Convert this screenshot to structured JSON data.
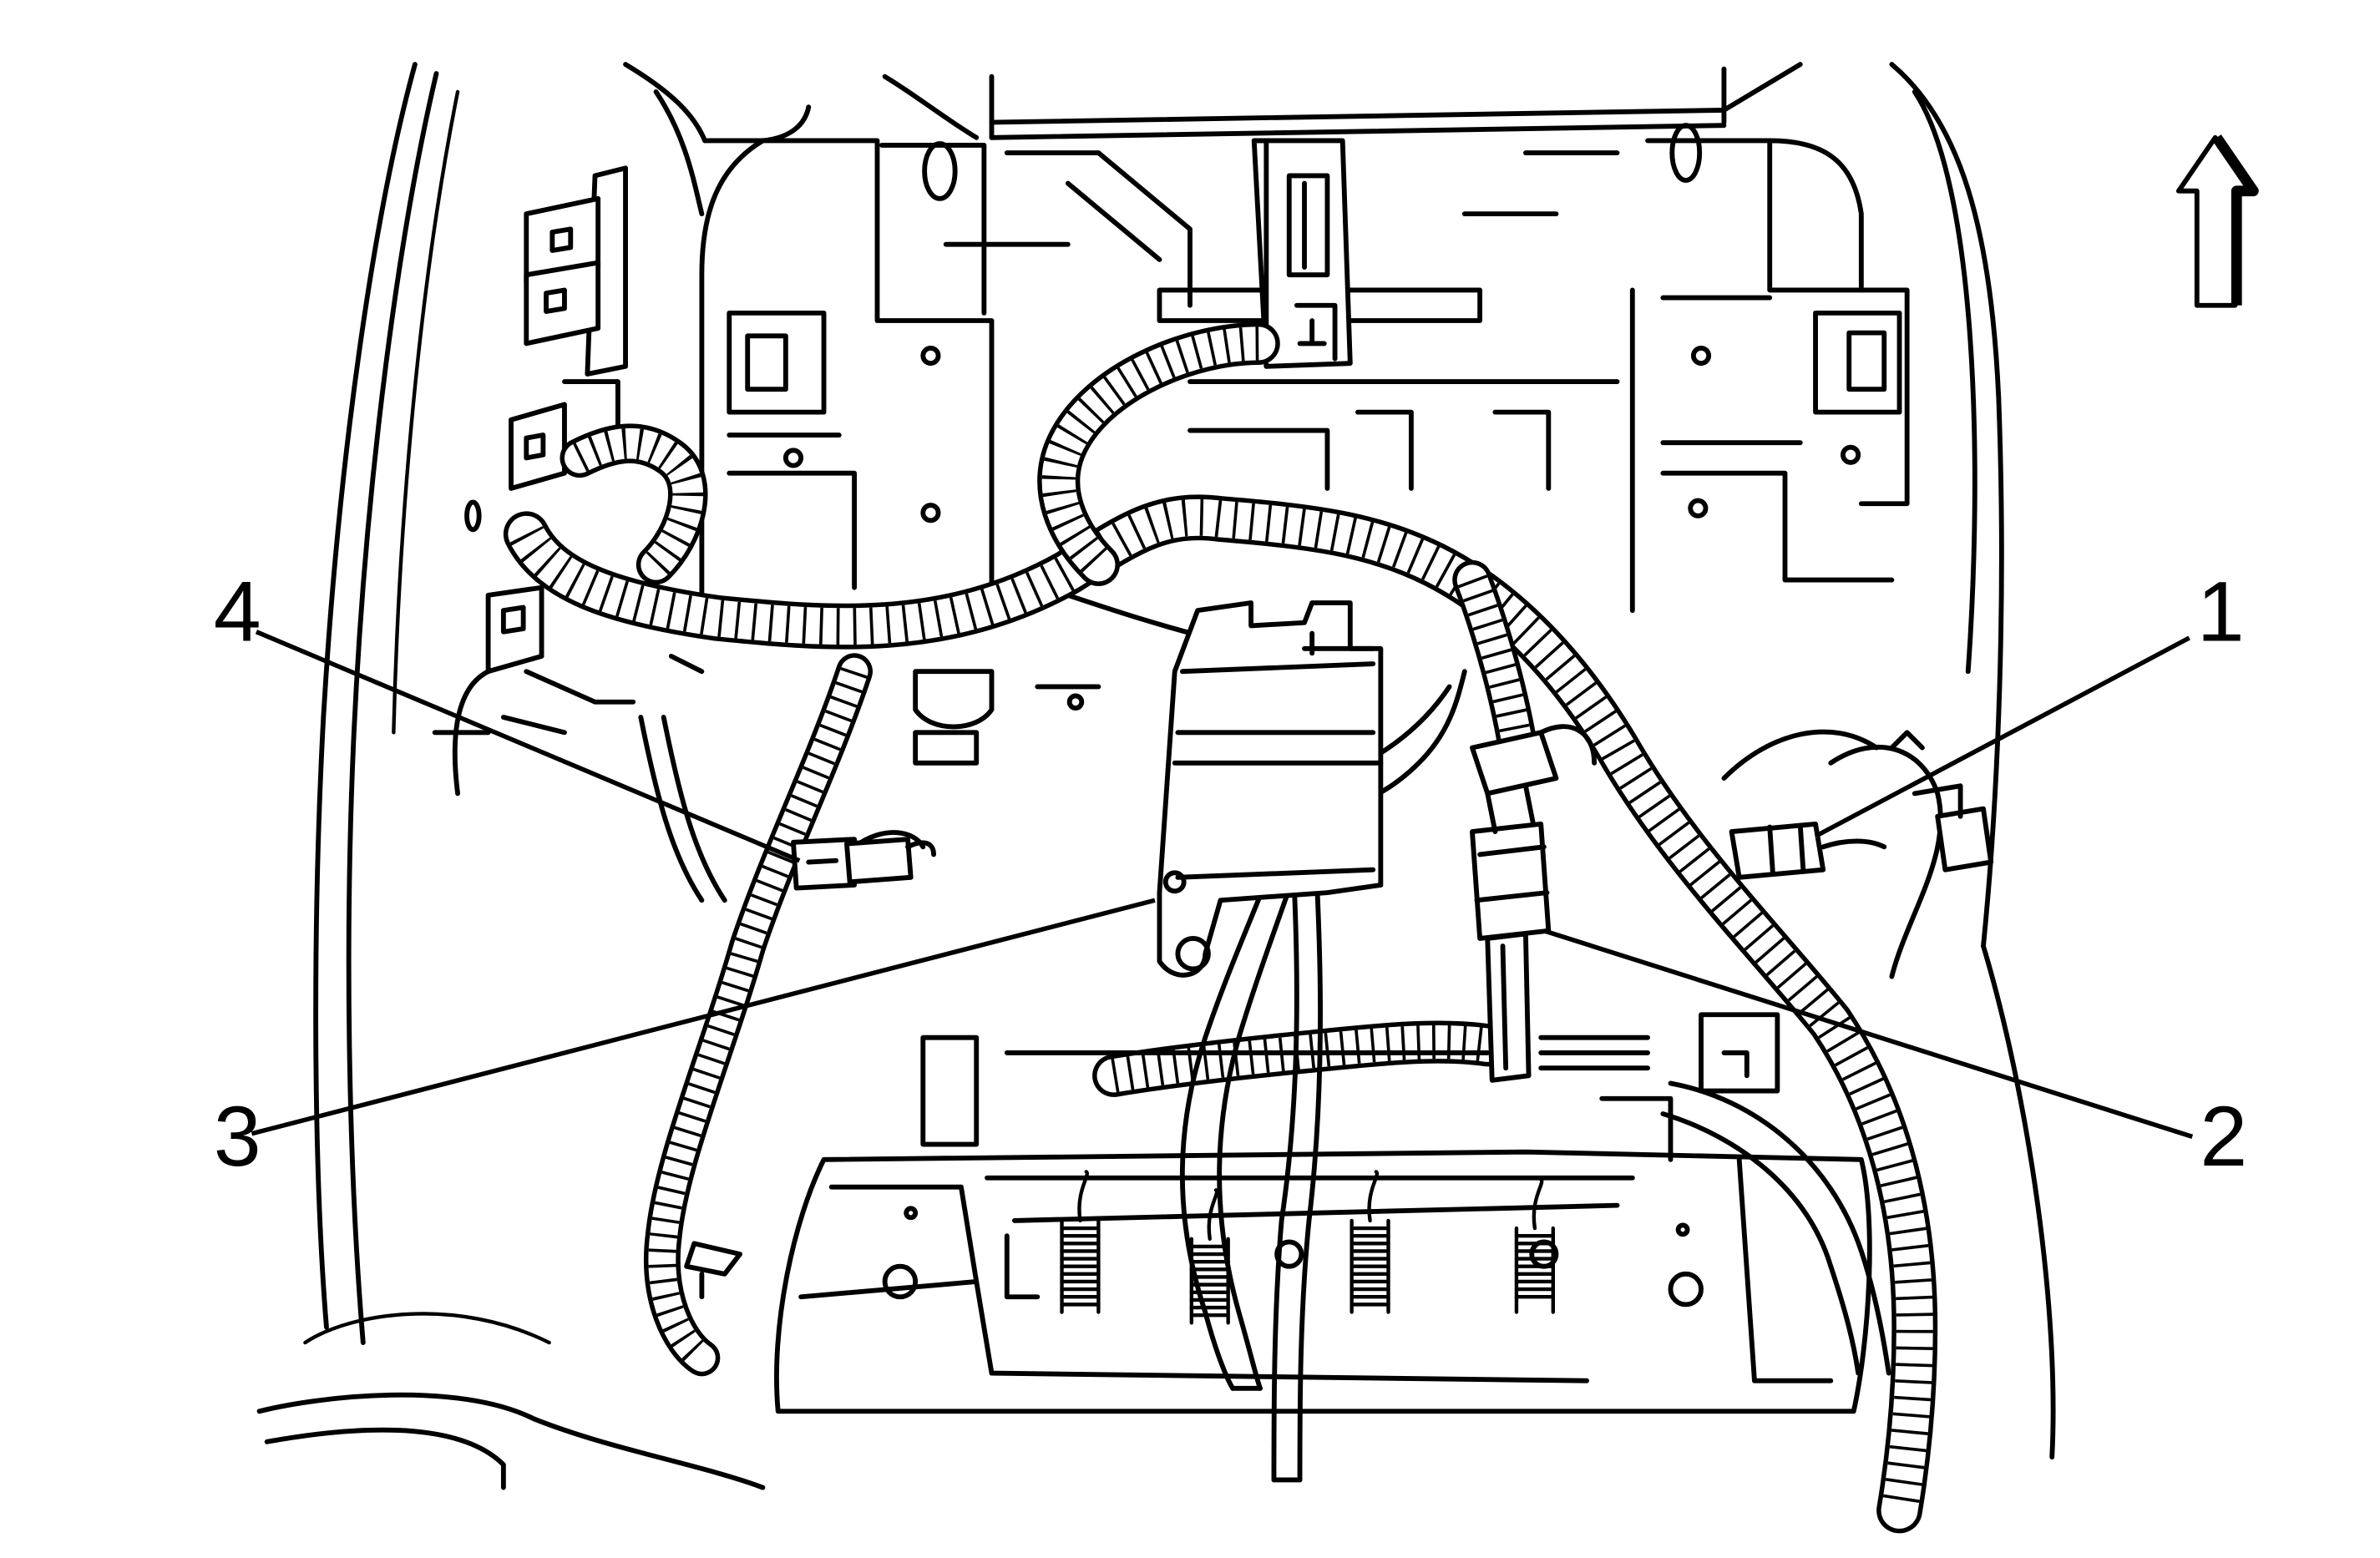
{
  "callouts": [
    {
      "id": "1",
      "label": "1"
    },
    {
      "id": "2",
      "label": "2"
    },
    {
      "id": "3",
      "label": "3"
    },
    {
      "id": "4",
      "label": "4"
    }
  ],
  "orientation": {
    "icon": "up-arrow-icon",
    "meaning": "forward"
  },
  "colors": {
    "line": "#000000",
    "background": "#ffffff"
  }
}
